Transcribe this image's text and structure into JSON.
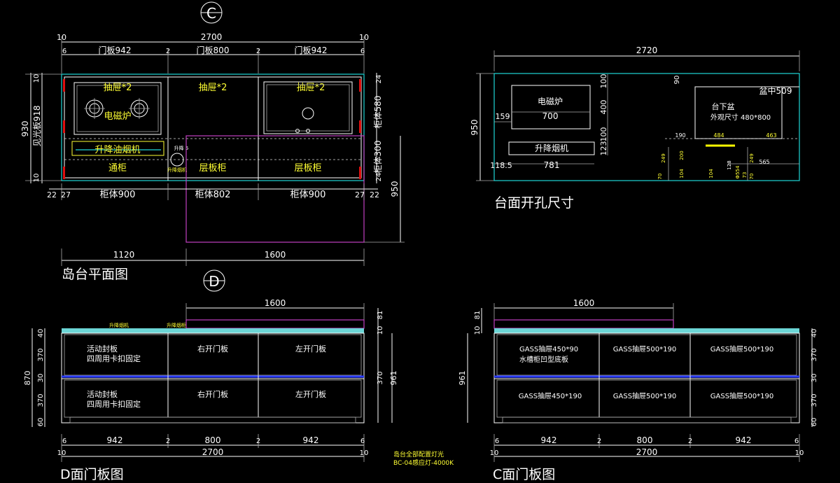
{
  "bubbles": {
    "c": "C",
    "d": "D"
  },
  "plan": {
    "title": "岛台平面图",
    "dim_total": "2700",
    "dim_end_l": "10",
    "dim_end_r": "10",
    "doors": [
      "门板942",
      "门板800",
      "门板942"
    ],
    "gaps": [
      "6",
      "2",
      "2",
      "6"
    ],
    "drawer_labels": [
      "抽屉*2",
      "抽屉*2",
      "抽屉*2"
    ],
    "hob": "电磁炉",
    "hood": "升降油烟机",
    "cabinets": [
      "通柜",
      "层板柜",
      "层板柜"
    ],
    "lift_note": "升降\n5",
    "lift_label": "升降烟机",
    "body": [
      "柜体900",
      "柜体802",
      "柜体900"
    ],
    "body_ends": [
      "22",
      "27",
      "27",
      "22"
    ],
    "left_dims": [
      "10",
      "930",
      "见光板918",
      "10"
    ],
    "right_dims": [
      "24",
      "柜体580",
      "柜体300",
      "24",
      "950"
    ],
    "bottom_dims": [
      "1120",
      "1600"
    ]
  },
  "top": {
    "title": "台面开孔尺寸",
    "width": "2720",
    "height": "950",
    "hob": "电磁炉",
    "hob_w": "700",
    "hob_left": "159",
    "hob_v": [
      "100",
      "400",
      "100"
    ],
    "hood": "升降烟机",
    "hood_left": "118.5",
    "hood_w": "781",
    "hood_v": "123",
    "sink_title": "台下盆",
    "sink_size": "外观尺寸 480*800",
    "sink_center": "盆中509",
    "sink_top": "90",
    "sink_dims": [
      "190",
      "484",
      "463",
      "565",
      "249",
      "200",
      "249",
      "104",
      "104",
      "70",
      "70",
      "128",
      "Φ554",
      "73"
    ]
  },
  "d_elev": {
    "title": "D面门板图",
    "top_dim": "1600",
    "top_labels": [
      "升降烟机",
      "升降烟柜"
    ],
    "panels": [
      [
        "活动封板",
        "四周用卡扣固定"
      ],
      [
        "右开门板"
      ],
      [
        "左开门板"
      ],
      [
        "活动封板",
        "四周用卡扣固定"
      ],
      [
        "右开门板"
      ],
      [
        "左开门板"
      ]
    ],
    "left_dims": [
      "40",
      "370",
      "30",
      "370",
      "60",
      "870"
    ],
    "right_dims": [
      "81",
      "10",
      "370",
      "961"
    ],
    "bottom_dims": [
      "6",
      "942",
      "2",
      "800",
      "2",
      "942",
      "6"
    ],
    "total": "2700",
    "ends": [
      "10",
      "10"
    ],
    "note": [
      "岛台全部配置灯光",
      "BC-04感应灯-4000K"
    ]
  },
  "c_elev": {
    "title": "C面门板图",
    "top_dim": "1600",
    "panels": [
      [
        "GASS抽屉450*90",
        "水槽柜凹型底板"
      ],
      [
        "GASS抽屉500*190"
      ],
      [
        "GASS抽屉500*190"
      ],
      [
        "GASS抽屉450*190"
      ],
      [
        "GASS抽屉500*190"
      ],
      [
        "GASS抽屉500*190"
      ]
    ],
    "left_dims": [
      "81",
      "10",
      "961"
    ],
    "right_dims": [
      "40",
      "370",
      "30",
      "370",
      "60"
    ],
    "bottom_dims": [
      "6",
      "942",
      "2",
      "800",
      "2",
      "942",
      "6"
    ],
    "total": "2700",
    "ends": [
      "10",
      "10"
    ]
  }
}
